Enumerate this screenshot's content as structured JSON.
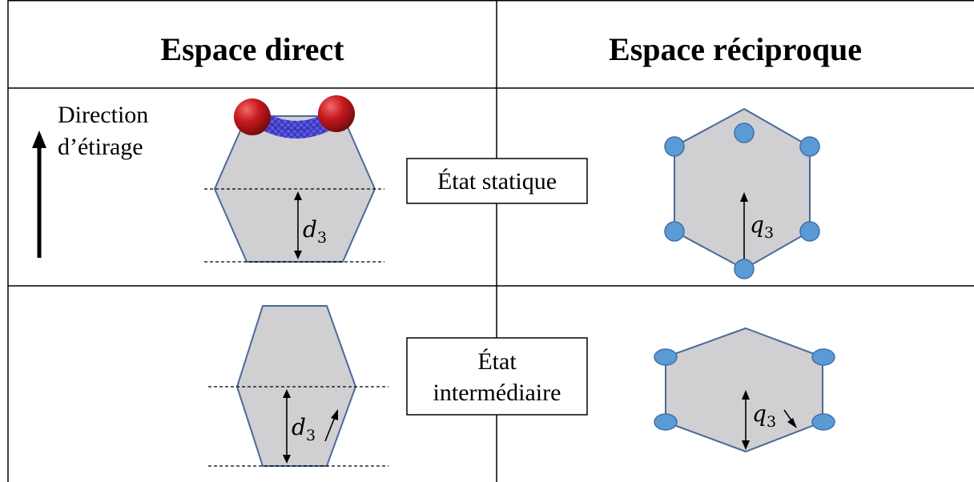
{
  "headers": {
    "direct": "Espace direct",
    "reciprocal": "Espace réciproque"
  },
  "stretch": {
    "line1": "Direction",
    "line2": "d’étirage"
  },
  "states": {
    "static": "État statique",
    "intermediate_line1": "État",
    "intermediate_line2": "intermédiaire"
  },
  "math": {
    "d_symbol": "d",
    "q_symbol": "q",
    "subscript": "3"
  },
  "colors": {
    "hexagon_fill": "#d0cfd1",
    "hexagon_stroke": "#4a6a99",
    "spot_fill": "#5b9bd5",
    "spot_stroke": "#3e6fa8",
    "sphere_red": "#c0161c",
    "polymer_blue": "#4a46d8"
  }
}
